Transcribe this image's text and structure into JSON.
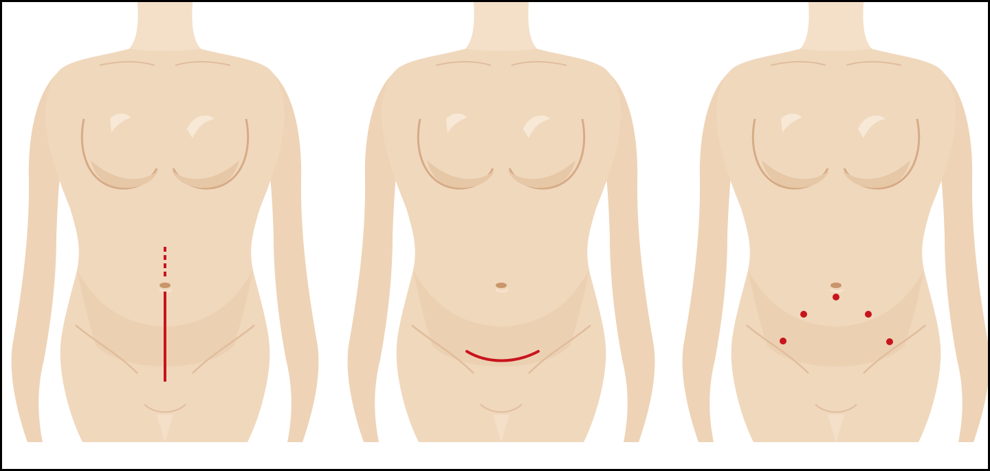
{
  "colors": {
    "background": "#ffffff",
    "border": "#000000",
    "skin": "#f0d8bd",
    "skin_light": "#f7e6d2",
    "skin_shade": "#e4c3a2",
    "crease": "#d6ab86",
    "navel": "#c9956b",
    "incision": "#c8141c"
  },
  "panels": [
    {
      "id": "midline-incision",
      "marker": "vertical-line",
      "icon": "female-torso-icon"
    },
    {
      "id": "pfannenstiel-incision",
      "marker": "transverse-curve",
      "icon": "female-torso-icon"
    },
    {
      "id": "laparoscopic-ports",
      "marker": "port-dots",
      "port_count": 5,
      "icon": "female-torso-icon"
    }
  ]
}
